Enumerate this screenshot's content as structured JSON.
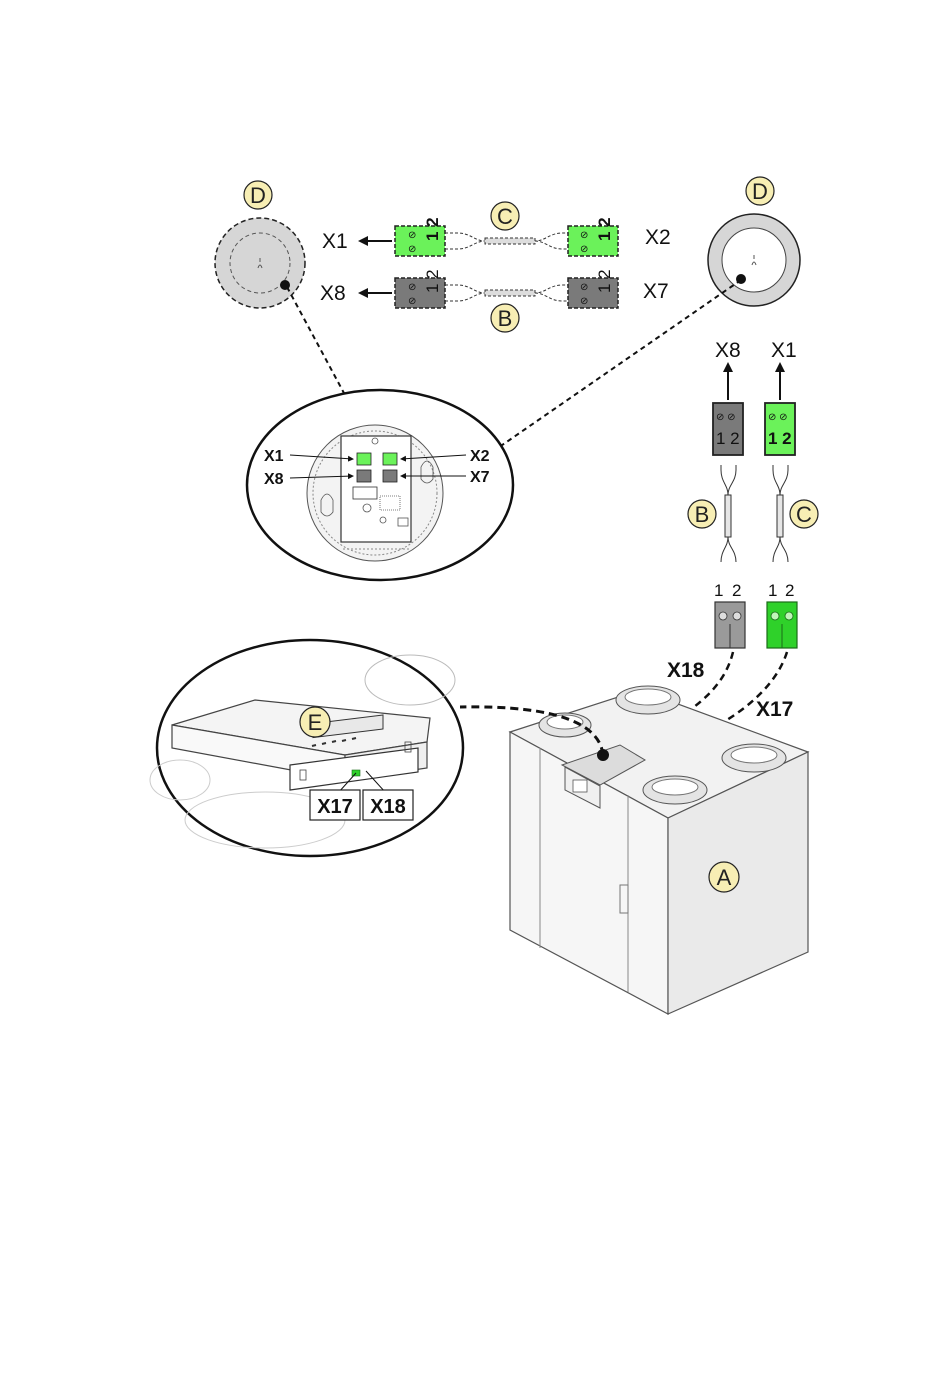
{
  "labels": {
    "A": "A",
    "B": "B",
    "C": "C",
    "D": "D",
    "E": "E"
  },
  "connectors": {
    "X1": "X1",
    "X2": "X2",
    "X7": "X7",
    "X8": "X8",
    "X17": "X17",
    "X18": "X18"
  },
  "pins": {
    "one": "1",
    "two": "2"
  },
  "colors": {
    "green_connector": "#6bf25a",
    "grey_connector": "#7a7a7a",
    "callout_fill": "#f7eeb4",
    "sensor_fill": "#d6d6d6"
  }
}
